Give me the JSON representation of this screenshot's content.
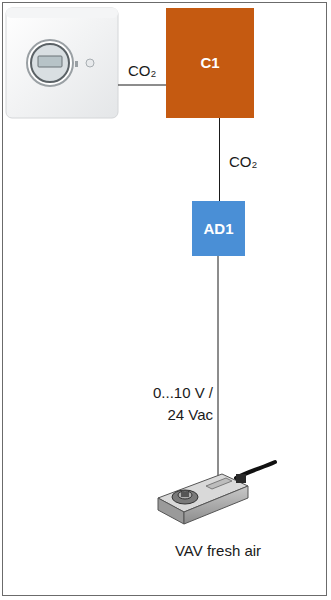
{
  "diagram": {
    "nodes": [
      {
        "text": [
          "C1"
        ]
      },
      {
        "text": [
          "AD1"
        ]
      }
    ],
    "edges": [
      {
        "from": 0,
        "to": 1,
        "arrow": "none",
        "label": "CO₂"
      }
    ],
    "labels": [
      "CO₂",
      "0...10 V / 24 Vac",
      "VAV fresh air"
    ]
  }
}
